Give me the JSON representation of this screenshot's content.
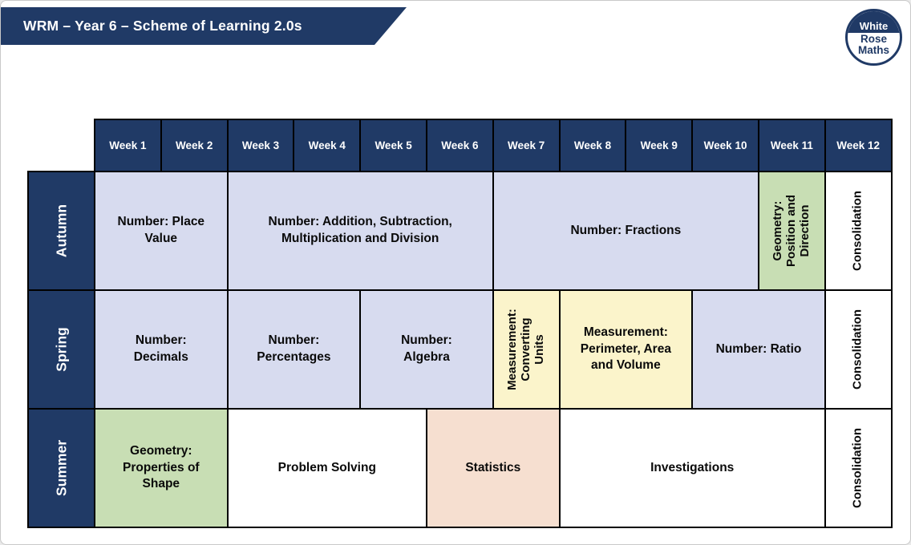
{
  "banner": {
    "title": "WRM – Year 6 – Scheme of Learning 2.0s"
  },
  "logo": {
    "line1": "White",
    "line2": "Rose",
    "line3": "Maths"
  },
  "colors": {
    "navy": "#203a66",
    "lavender": "#d7dbef",
    "green": "#c8deb4",
    "yellow": "#fbf4cb",
    "peach": "#f6dfd0",
    "white": "#ffffff"
  },
  "week_headers": [
    "Week 1",
    "Week 2",
    "Week 3",
    "Week 4",
    "Week 5",
    "Week 6",
    "Week 7",
    "Week 8",
    "Week 9",
    "Week 10",
    "Week 11",
    "Week 12"
  ],
  "terms": [
    {
      "label": "Autumn",
      "cells": [
        {
          "label": "Number: Place\nValue",
          "weeks": 2,
          "color": "lavender",
          "rotated": false
        },
        {
          "label": "Number: Addition, Subtraction,\nMultiplication and Division",
          "weeks": 4,
          "color": "lavender",
          "rotated": false
        },
        {
          "label": "Number: Fractions",
          "weeks": 4,
          "color": "lavender",
          "rotated": false
        },
        {
          "label": "Geometry:\nPosition and\nDirection",
          "weeks": 1,
          "color": "green",
          "rotated": true
        },
        {
          "label": "Consolidation",
          "weeks": 1,
          "color": "white",
          "rotated": true
        }
      ]
    },
    {
      "label": "Spring",
      "cells": [
        {
          "label": "Number:\nDecimals",
          "weeks": 2,
          "color": "lavender",
          "rotated": false
        },
        {
          "label": "Number:\nPercentages",
          "weeks": 2,
          "color": "lavender",
          "rotated": false
        },
        {
          "label": "Number:\nAlgebra",
          "weeks": 2,
          "color": "lavender",
          "rotated": false
        },
        {
          "label": "Measurement:\nConverting\nUnits",
          "weeks": 1,
          "color": "yellow",
          "rotated": true
        },
        {
          "label": "Measurement:\nPerimeter, Area\nand Volume",
          "weeks": 2,
          "color": "yellow",
          "rotated": false
        },
        {
          "label": "Number: Ratio",
          "weeks": 2,
          "color": "lavender",
          "rotated": false
        },
        {
          "label": "Consolidation",
          "weeks": 1,
          "color": "white",
          "rotated": true
        }
      ]
    },
    {
      "label": "Summer",
      "cells": [
        {
          "label": "Geometry:\nProperties of\nShape",
          "weeks": 2,
          "color": "green",
          "rotated": false
        },
        {
          "label": "Problem Solving",
          "weeks": 3,
          "color": "white",
          "rotated": false
        },
        {
          "label": "Statistics",
          "weeks": 2,
          "color": "peach",
          "rotated": false
        },
        {
          "label": "Investigations",
          "weeks": 4,
          "color": "white",
          "rotated": false
        },
        {
          "label": "Consolidation",
          "weeks": 1,
          "color": "white",
          "rotated": true
        }
      ]
    }
  ]
}
